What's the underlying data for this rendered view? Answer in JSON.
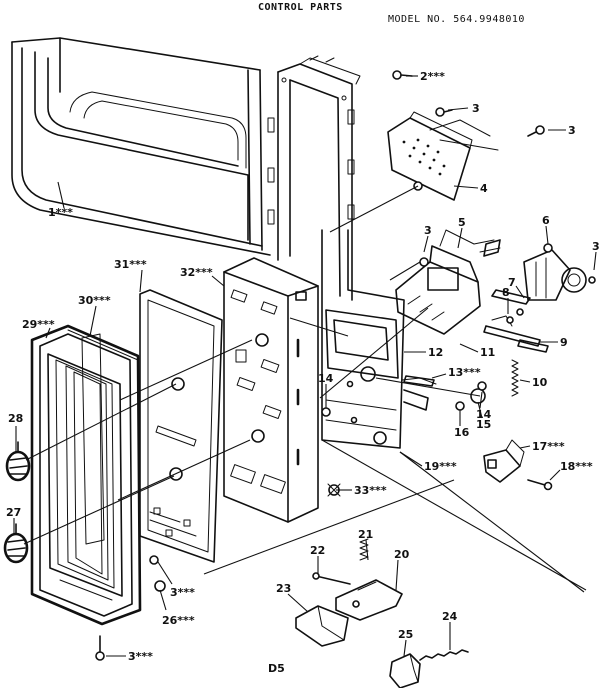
{
  "header": {
    "title": "CONTROL PARTS",
    "model": "MODEL NO. 564.9948010"
  },
  "footer": {
    "code": "D5"
  },
  "colors": {
    "ink": "#111111",
    "paper": "#ffffff"
  },
  "callouts": [
    {
      "id": "c1",
      "label": "1***"
    },
    {
      "id": "c2",
      "label": "2***"
    },
    {
      "id": "c3a",
      "label": "3"
    },
    {
      "id": "c3b",
      "label": "3"
    },
    {
      "id": "c4",
      "label": "4"
    },
    {
      "id": "c3c",
      "label": "3"
    },
    {
      "id": "c5",
      "label": "5"
    },
    {
      "id": "c6",
      "label": "6"
    },
    {
      "id": "c3d",
      "label": "3"
    },
    {
      "id": "c7",
      "label": "7"
    },
    {
      "id": "c8",
      "label": "8"
    },
    {
      "id": "c9",
      "label": "9"
    },
    {
      "id": "c10",
      "label": "10"
    },
    {
      "id": "c11",
      "label": "11"
    },
    {
      "id": "c12",
      "label": "12"
    },
    {
      "id": "c13",
      "label": "13***"
    },
    {
      "id": "c14a",
      "label": "14"
    },
    {
      "id": "c14b",
      "label": "14"
    },
    {
      "id": "c15",
      "label": "15"
    },
    {
      "id": "c16",
      "label": "16"
    },
    {
      "id": "c17",
      "label": "17***"
    },
    {
      "id": "c18",
      "label": "18***"
    },
    {
      "id": "c19",
      "label": "19***"
    },
    {
      "id": "c20",
      "label": "20"
    },
    {
      "id": "c21",
      "label": "21"
    },
    {
      "id": "c22",
      "label": "22"
    },
    {
      "id": "c23",
      "label": "23"
    },
    {
      "id": "c24",
      "label": "24"
    },
    {
      "id": "c25",
      "label": "25"
    },
    {
      "id": "c26",
      "label": "26***"
    },
    {
      "id": "c3e",
      "label": "3***"
    },
    {
      "id": "c3f",
      "label": "3***"
    },
    {
      "id": "c27",
      "label": "27"
    },
    {
      "id": "c28",
      "label": "28"
    },
    {
      "id": "c29",
      "label": "29***"
    },
    {
      "id": "c30",
      "label": "30***"
    },
    {
      "id": "c31",
      "label": "31***"
    },
    {
      "id": "c32",
      "label": "32***"
    },
    {
      "id": "c33",
      "label": "33***"
    }
  ]
}
